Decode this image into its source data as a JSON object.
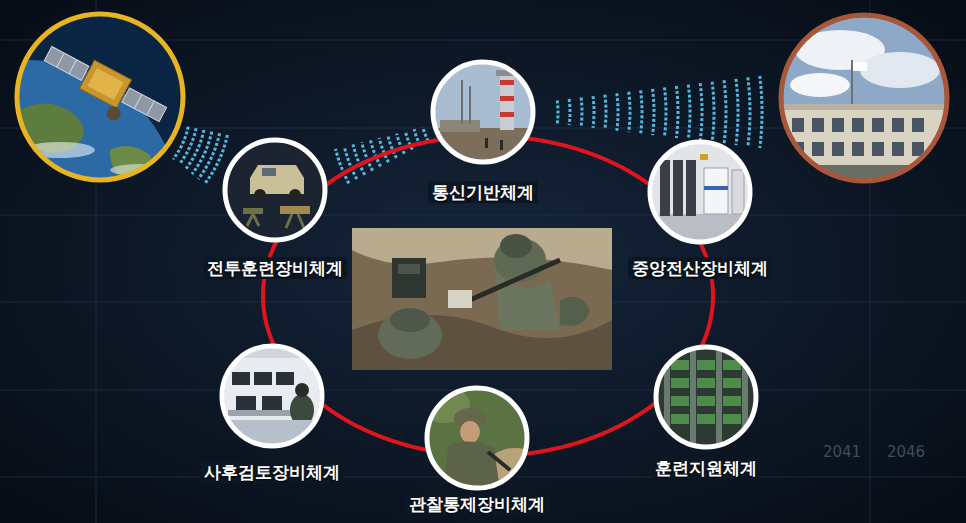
{
  "diagram": {
    "nodes": [
      {
        "text": [
          "통신기반체계"
        ]
      },
      {
        "text": [
          "전투훈련장비체계"
        ]
      },
      {
        "text": [
          "중앙전산장비체계"
        ]
      },
      {
        "text": [
          "사후검토장비체계"
        ]
      },
      {
        "text": [
          "훈련지원체계"
        ]
      },
      {
        "text": [
          "관찰통제장비체계"
        ]
      }
    ],
    "edges": [
      {
        "from": 0,
        "to": 2,
        "arrow": "none"
      },
      {
        "from": 2,
        "to": 4,
        "arrow": "none"
      },
      {
        "from": 4,
        "to": 5,
        "arrow": "none"
      },
      {
        "from": 5,
        "to": 3,
        "arrow": "none"
      },
      {
        "from": 3,
        "to": 1,
        "arrow": "none"
      },
      {
        "from": 1,
        "to": 0,
        "arrow": "none"
      }
    ],
    "labels": [
      "2041",
      "2046"
    ]
  }
}
